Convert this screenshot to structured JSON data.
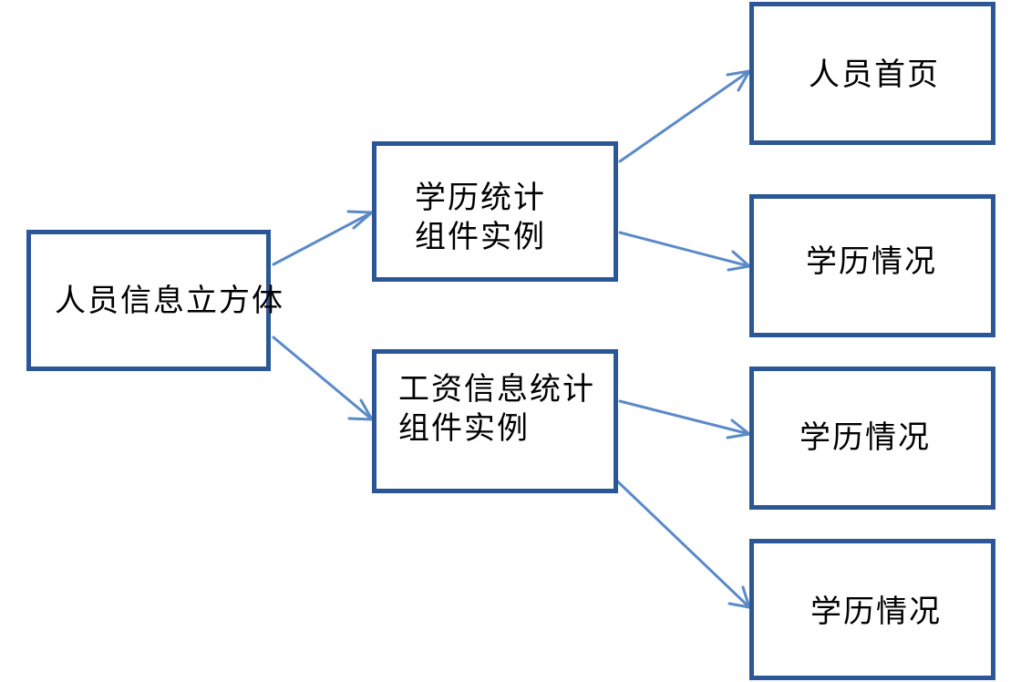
{
  "colors": {
    "box_border": "#2b5796",
    "arrow": "#5b8ac8",
    "text": "#000000",
    "background": "#ffffff"
  },
  "nodes": {
    "root": {
      "lines": [
        "人员信息立方体"
      ]
    },
    "education_stats": {
      "lines": [
        "学历统计",
        "组件实例"
      ]
    },
    "salary_stats": {
      "lines": [
        "工资信息统计",
        "组件实例"
      ]
    },
    "personnel_home": {
      "lines": [
        "人员首页"
      ]
    },
    "education_1": {
      "lines": [
        "学历情况"
      ]
    },
    "education_2": {
      "lines": [
        "学历情况"
      ]
    },
    "education_3": {
      "lines": [
        "学历情况"
      ]
    }
  },
  "edges": [
    {
      "from": "root",
      "to": "education_stats"
    },
    {
      "from": "root",
      "to": "salary_stats"
    },
    {
      "from": "education_stats",
      "to": "personnel_home"
    },
    {
      "from": "education_stats",
      "to": "education_1"
    },
    {
      "from": "salary_stats",
      "to": "education_2"
    },
    {
      "from": "salary_stats",
      "to": "education_3"
    }
  ]
}
